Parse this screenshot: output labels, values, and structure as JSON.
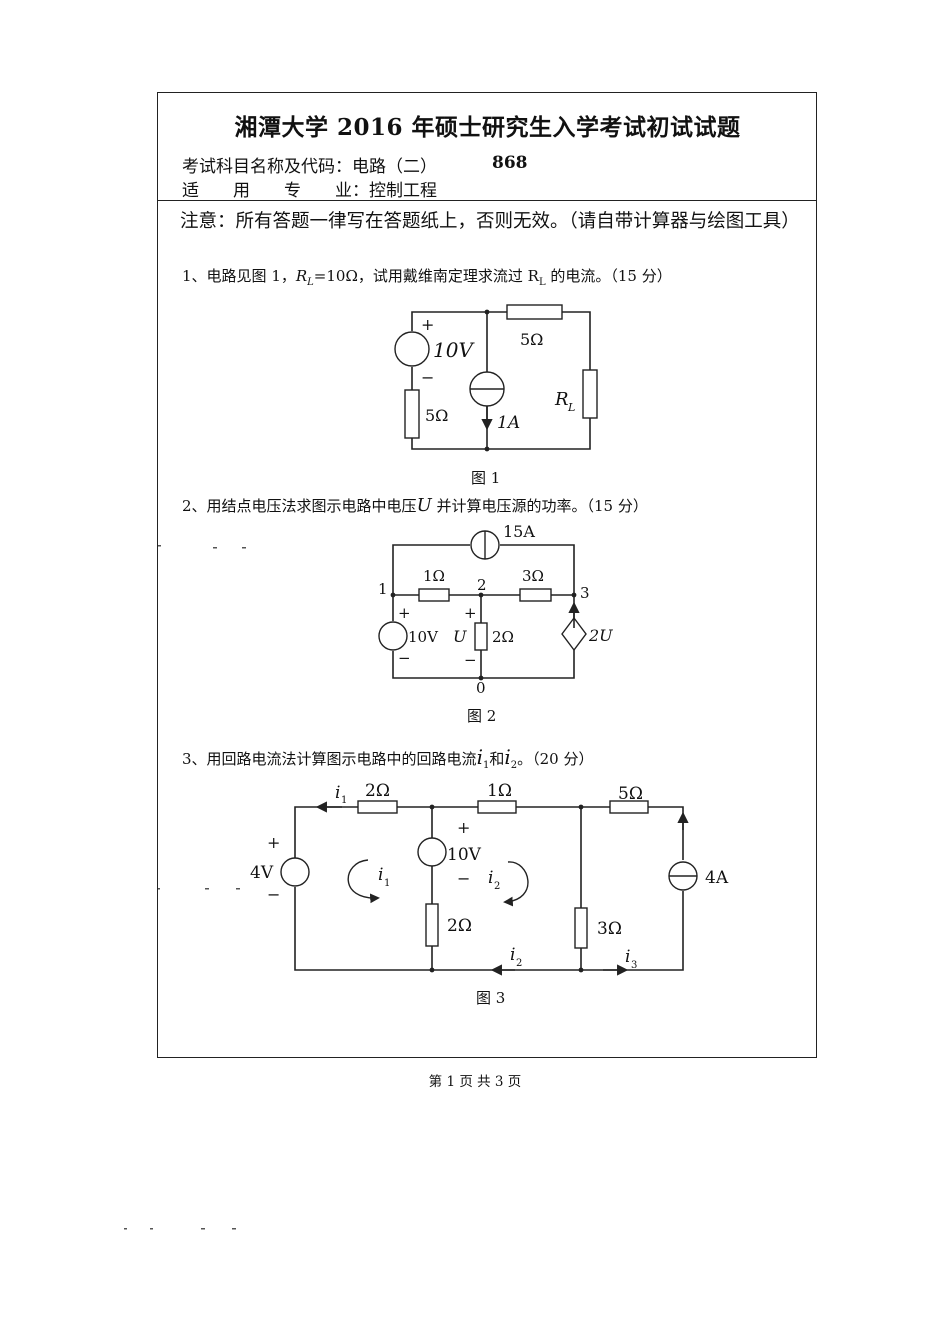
{
  "header": {
    "title": "湘潭大学 2016 年硕士研究生入学考试初试试题",
    "subject_label": "考试科目名称及代码：电路（二）",
    "subject_code": "868",
    "major_label": "适　　用　　专　　业：",
    "major_value": "控制工程"
  },
  "notice": "注意：所有答题一律写在答题纸上，否则无效。（请自带计算器与绘图工具）",
  "questions": [
    {
      "number": "1、",
      "text_a": "电路见图 1，",
      "text_var": "R",
      "text_sub": "L",
      "text_b": "=10Ω，试用戴维南定理求流过 R",
      "text_sub2": "L",
      "text_c": " 的电流。（15 分）",
      "caption": "图 1",
      "labels": {
        "vs": "10V",
        "r_top": "5Ω",
        "r_left": "5Ω",
        "cs": "1A",
        "rl": "R",
        "rl_sub": "L",
        "plus": "+",
        "minus": "−"
      }
    },
    {
      "number": "2、",
      "text_a": "用结点电压法求图示电路中电压",
      "text_var": "U",
      "text_b": " 并计算电压源的功率。（15 分）",
      "caption": "图 2",
      "labels": {
        "cs": "15A",
        "r12": "1Ω",
        "r23": "3Ω",
        "r20": "2Ω",
        "vs": "10V",
        "u": "U",
        "dep": "2U",
        "n1": "1",
        "n2": "2",
        "n3": "3",
        "n0": "0",
        "plus": "+",
        "minus": "−"
      }
    },
    {
      "number": "3、",
      "text_a": "用回路电流法计算图示电路中的回路电流",
      "var1": "i",
      "sub1": "1",
      "text_and": "和",
      "var2": "i",
      "sub2": "2",
      "text_b": "。（20 分）",
      "caption": "图 3",
      "labels": {
        "r_a": "2Ω",
        "r_b": "1Ω",
        "r_c": "5Ω",
        "r_d": "2Ω",
        "r_e": "3Ω",
        "vs1": "4V",
        "vs2": "10V",
        "cs": "4A",
        "i": "i",
        "s1": "1",
        "s2": "2",
        "s3": "3",
        "plus": "+",
        "minus": "−"
      }
    }
  ],
  "footer": "第 1 页 共 3 页"
}
